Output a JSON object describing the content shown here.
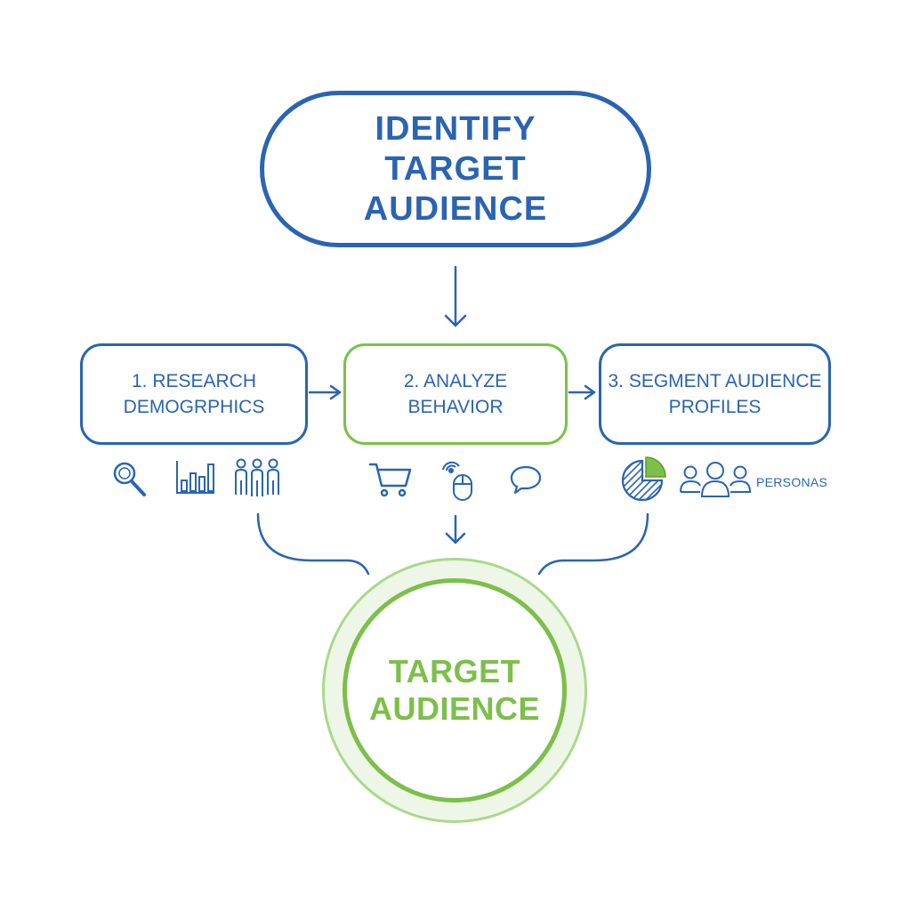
{
  "top_node": {
    "line1": "IDENTIFY",
    "line2": "TARGET",
    "line3": "AUDIENCE"
  },
  "steps": [
    {
      "line1": "1. RESEARCH",
      "line2": "DEMOGRPHICS",
      "icons": [
        "magnifier-icon",
        "bar-chart-icon",
        "people-group-icon"
      ]
    },
    {
      "line1": "2. ANALYZE",
      "line2": "BEHAVIOR",
      "icons": [
        "shopping-cart-icon",
        "mouse-click-icon",
        "speech-bubble-icon"
      ]
    },
    {
      "line1": "3. SEGMENT AUDIENCE",
      "line2": "PROFILES",
      "icons": [
        "pie-chart-icon",
        "personas-icon"
      ],
      "icon_label": "PERSONAS"
    }
  ],
  "outcome": {
    "line1": "TARGET",
    "line2": "AUDIENCE"
  },
  "colors": {
    "primary_blue": "#2a64b2",
    "accent_green": "#7cbf4a",
    "light_green": "#eef7e7"
  }
}
